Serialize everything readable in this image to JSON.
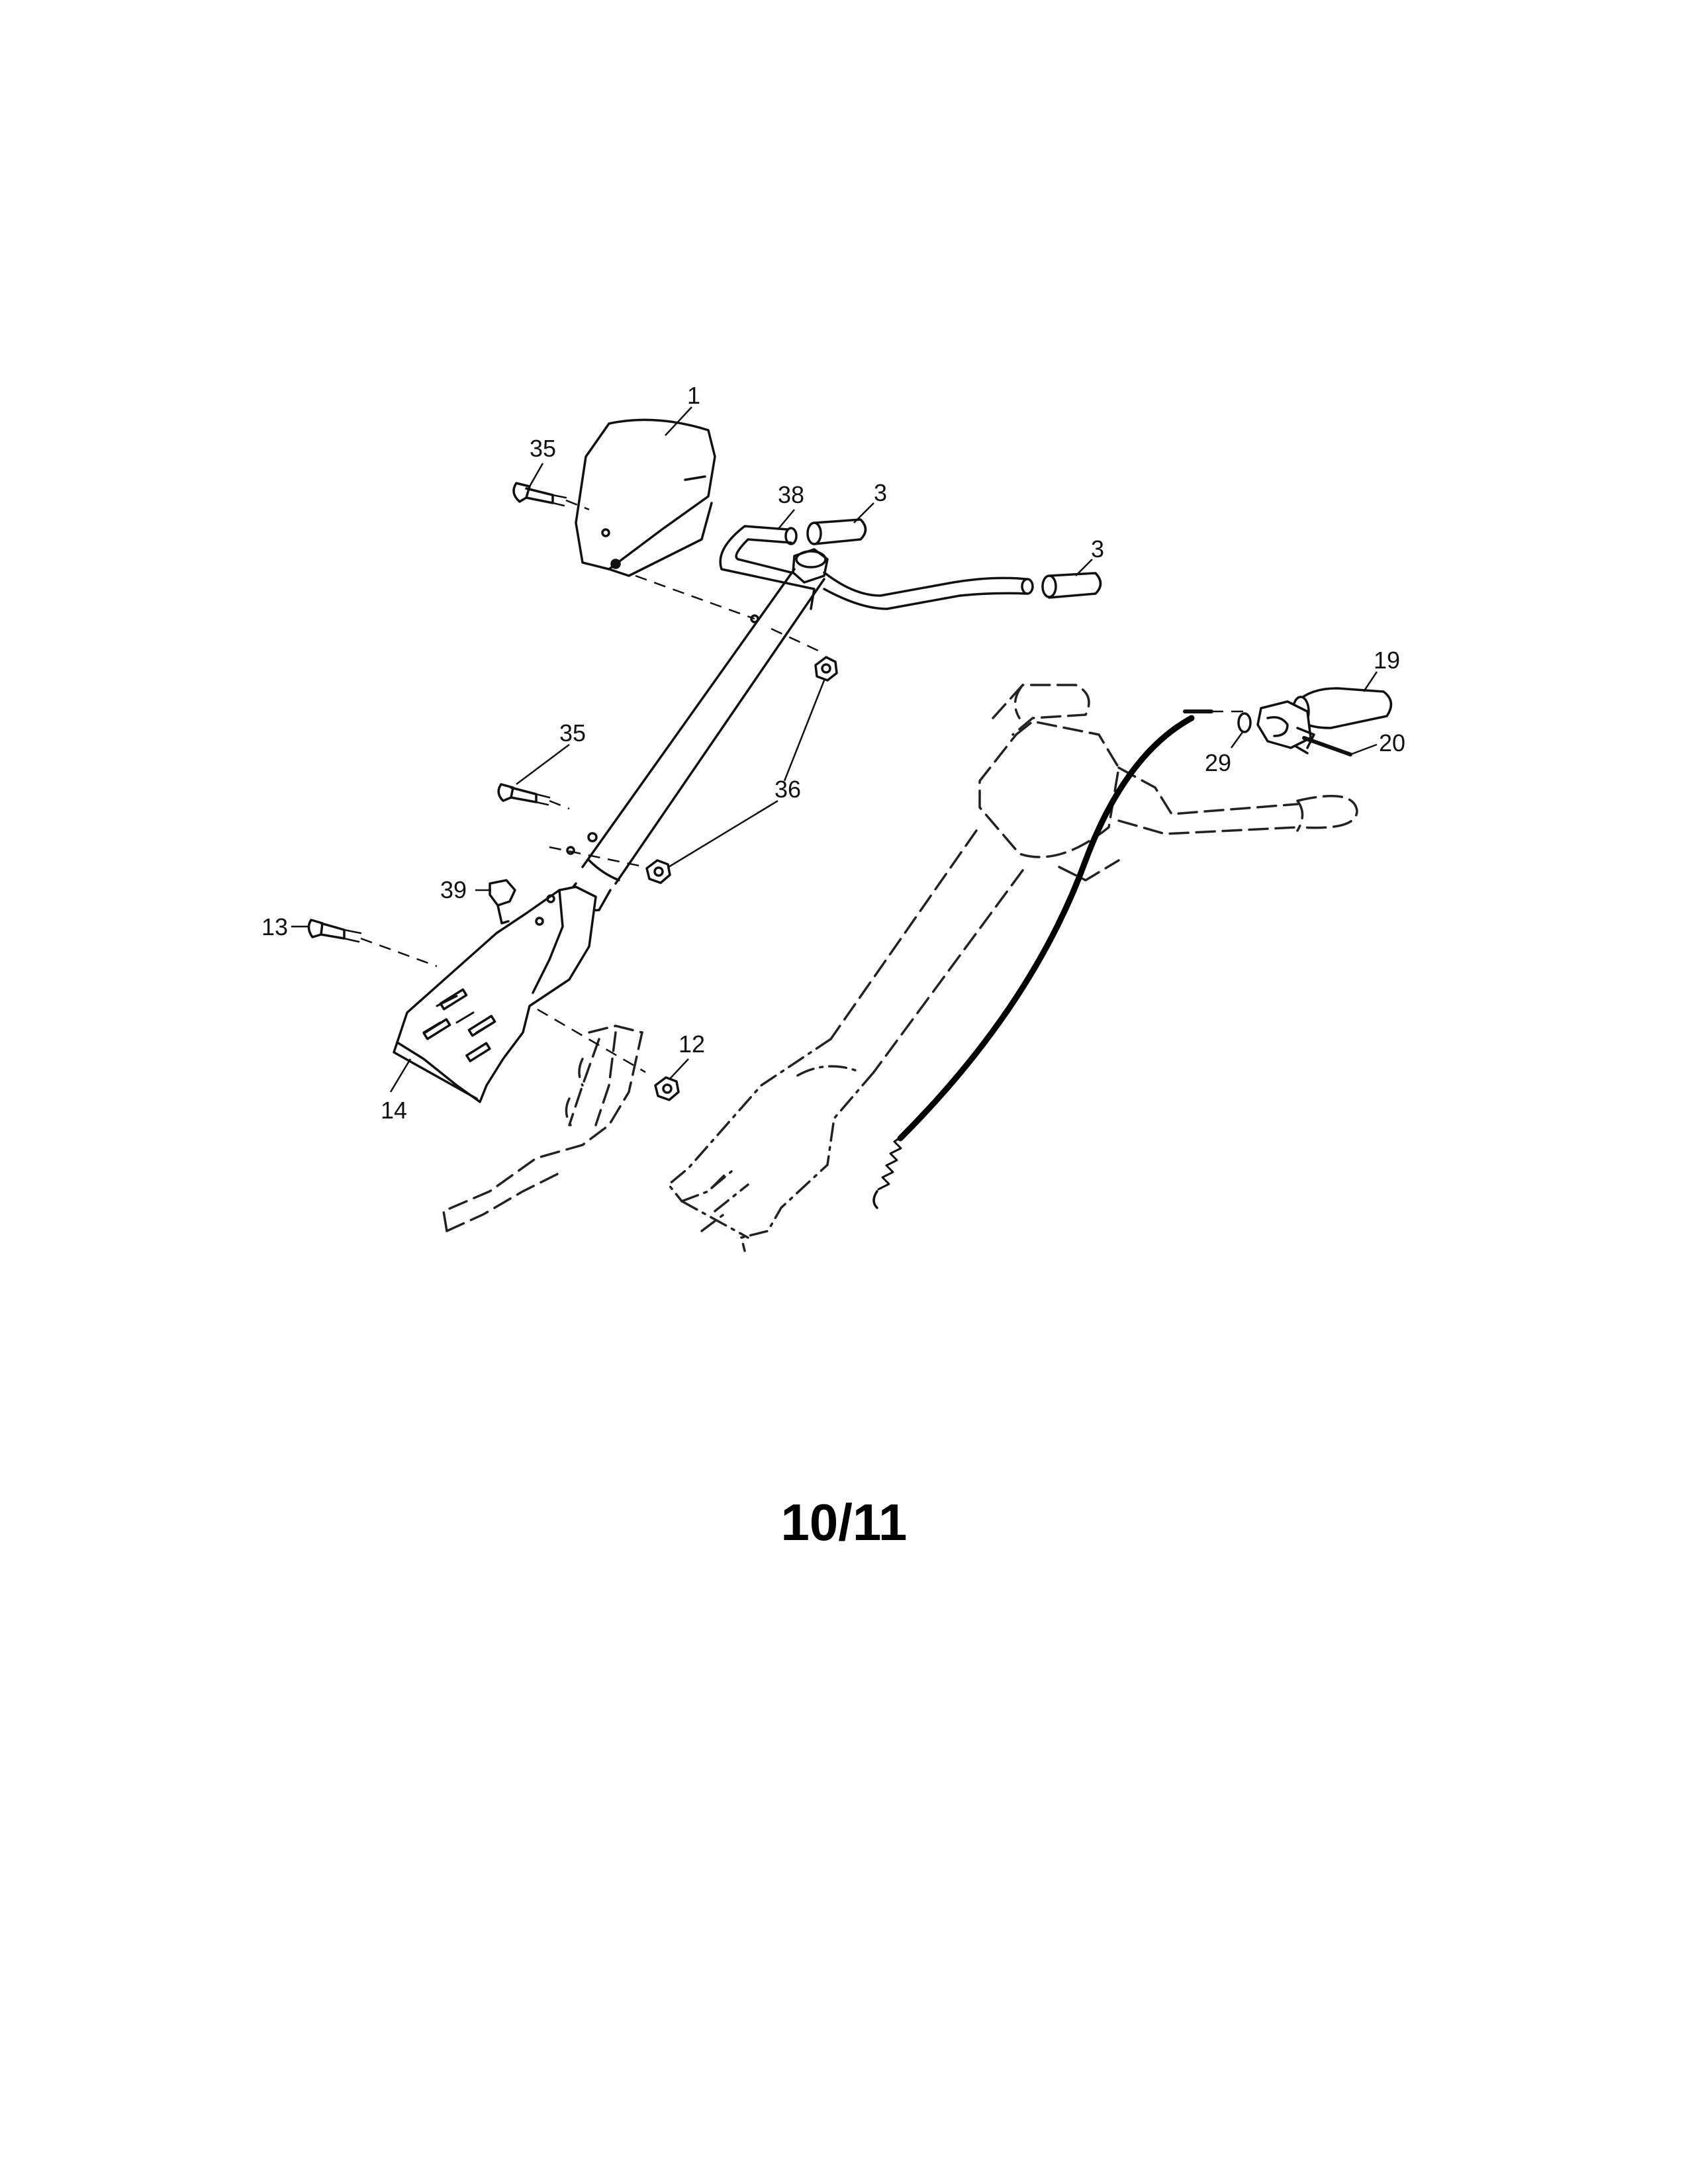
{
  "callouts": {
    "c1": "1",
    "c35a": "35",
    "c38": "38",
    "c3a": "3",
    "c3b": "3",
    "c19": "19",
    "c29": "29",
    "c20": "20",
    "c35b": "35",
    "c36": "36",
    "c39": "39",
    "c13": "13",
    "c12": "12",
    "c14": "14"
  },
  "page_number": "10/11"
}
